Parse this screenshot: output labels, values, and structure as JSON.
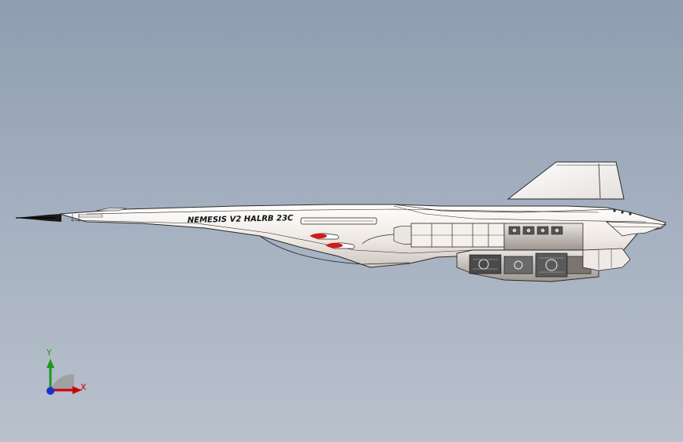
{
  "model": {
    "part_label": "NEMESIS V2 HALRB 23C"
  },
  "triad": {
    "x_label": "X",
    "y_label": "Y"
  },
  "colors": {
    "background_top": "#8f9db0",
    "background_bottom": "#b9c1cc",
    "body": "#f2efec",
    "outline": "#2a2a2a",
    "accent_red": "#d21a1a",
    "axis_x": "#cc0000",
    "axis_y": "#1a9a1a",
    "axis_z": "#1a30d0"
  }
}
